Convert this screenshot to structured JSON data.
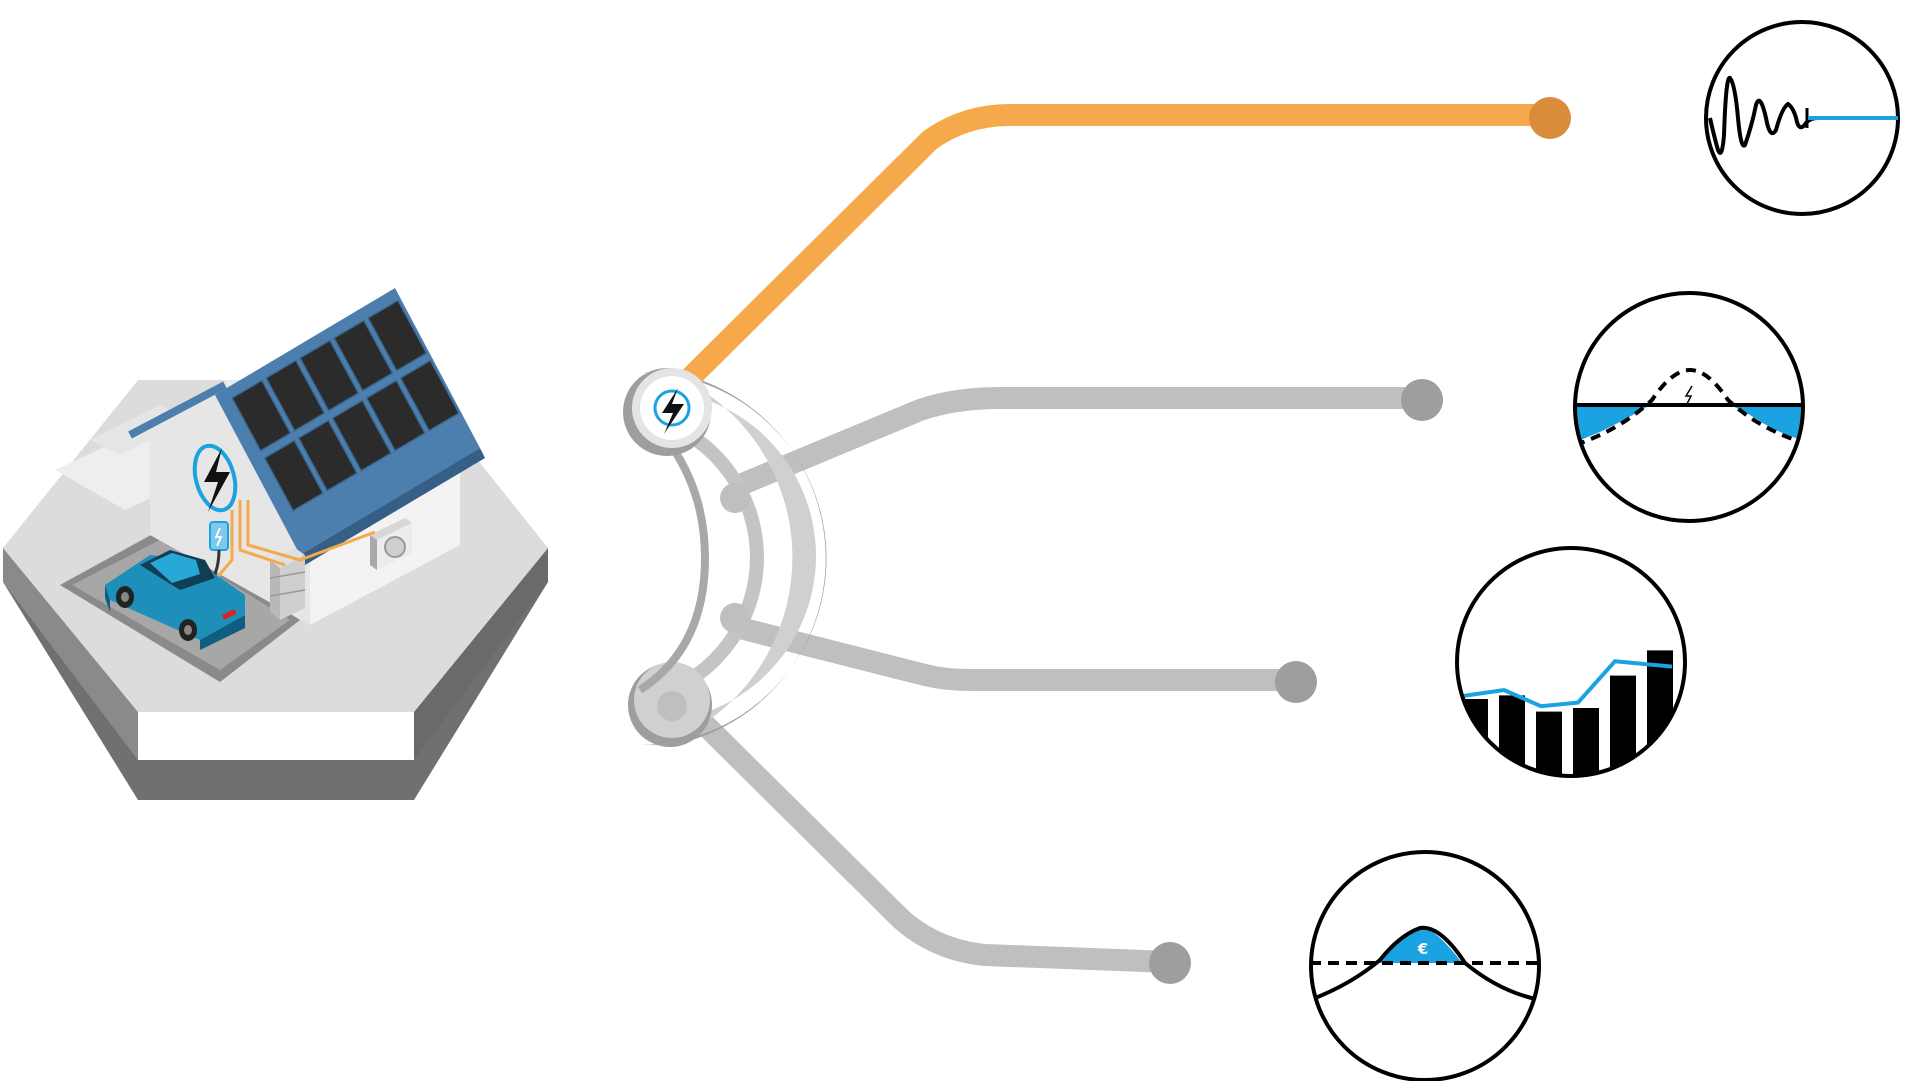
{
  "colors": {
    "background": "#ffffff",
    "active_branch": "#f5a94a",
    "active_branch_end": "#d98c3a",
    "inactive_branch": "#bfbfbf",
    "inactive_branch_end": "#9e9e9e",
    "accent_blue": "#1aa3e0",
    "roof_blue": "#4d7fae",
    "panel_dark": "#2b2b2b",
    "outline": "#000000",
    "platform_top": "#dadada",
    "platform_side": "#707070"
  },
  "icons": {
    "scene": "house-with-solar-roof-and-ev-icon",
    "hub": "lightning-hub-icon",
    "circle_1": "grid-frequency-oscillation-icon",
    "circle_2": "solar-self-consumption-curve-icon",
    "circle_3": "bar-chart-with-trend-line-icon",
    "circle_4": "price-peak-euro-curve-icon"
  },
  "labels": {
    "euro_symbol": "€"
  },
  "bar_chart": {
    "values": [
      0.45,
      0.47,
      0.38,
      0.4,
      0.58,
      0.72
    ],
    "trend": [
      0.47,
      0.5,
      0.41,
      0.43,
      0.66,
      0.63
    ]
  }
}
